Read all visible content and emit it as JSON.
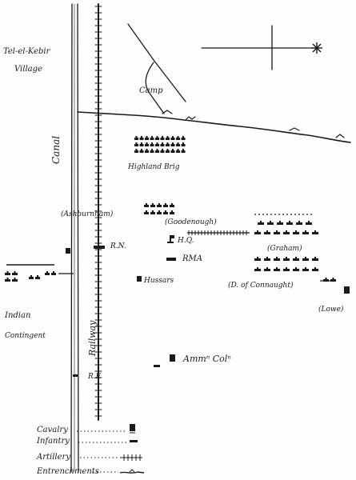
{
  "map": {
    "places": {
      "village_line1": "Tel-el-Kebir",
      "village_line2": "Village",
      "camp": "Camp",
      "canal": "Canal",
      "railway": "Railway"
    },
    "units": {
      "highland_brig": "Highland Brig",
      "ashburnham": "(Ashburnham)",
      "goodenough": "(Goodenough)",
      "hq": "H.Q.",
      "rma": "RMA",
      "rn": "R.N.",
      "graham": "(Graham)",
      "hussars": "Hussars",
      "connaught": "(D. of Connaught)",
      "lowe": "(Lowe)",
      "indian_line1": "Indian",
      "indian_line2": "Contingent",
      "ammn": "Ammⁿ Colⁿ",
      "re": "R.E"
    },
    "legend": {
      "cavalry": "Cavalry",
      "infantry": "Infantry",
      "artillery": "Artillery",
      "entrenchments": "Entrenchments"
    },
    "colors": {
      "ink": "#1a1a1a",
      "paper": "#fdfdfb"
    },
    "icons": [
      "north-star-icon",
      "cavalry-symbol-icon",
      "infantry-symbol-icon",
      "artillery-symbol-icon",
      "entrenchment-symbol-icon",
      "hq-flag-icon"
    ]
  }
}
